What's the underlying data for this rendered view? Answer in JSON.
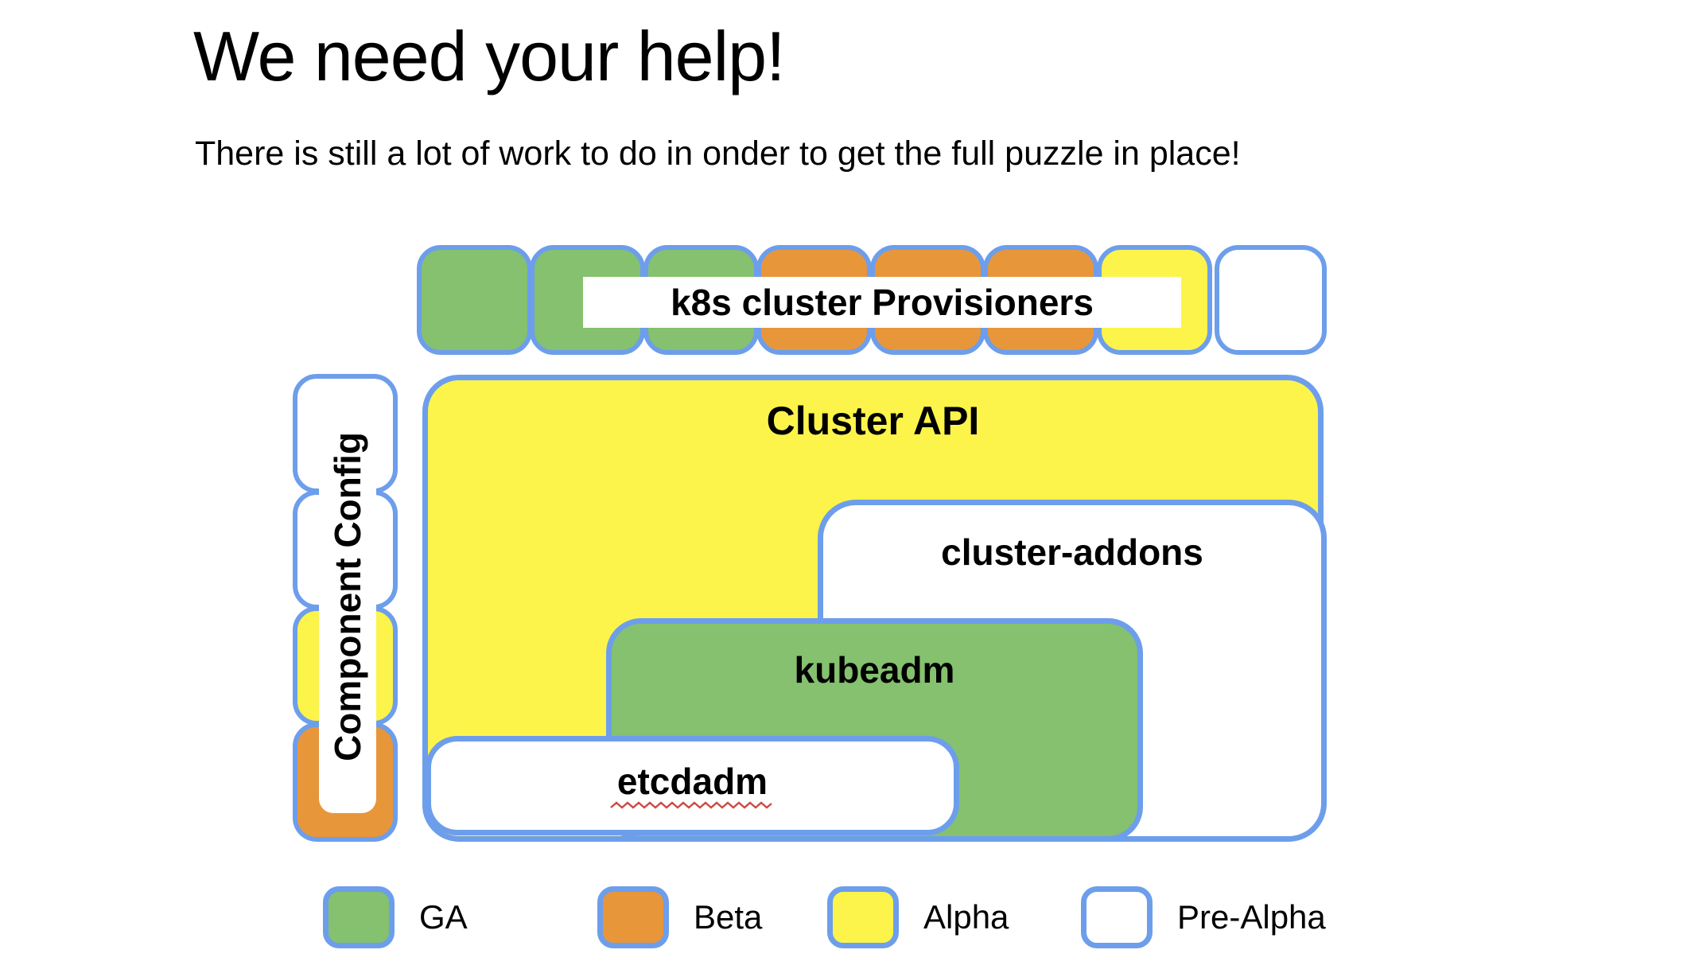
{
  "title": "We need your help!",
  "subtitle": "There is still a lot of work to do in onder to get the full puzzle in place!",
  "colors": {
    "ga": "#85c16e",
    "beta": "#e8963a",
    "alpha": "#fcf44a",
    "pre_alpha": "#ffffff",
    "border": "#6d9eeb",
    "squiggle": "#cc4a44"
  },
  "diagram": {
    "provisioners_row": {
      "label": "k8s cluster Provisioners",
      "pieces": [
        "ga",
        "ga",
        "ga",
        "beta",
        "beta",
        "beta",
        "alpha",
        "pre_alpha"
      ]
    },
    "component_config": {
      "label": "Component Config",
      "pieces": [
        "pre_alpha",
        "pre_alpha",
        "alpha",
        "beta"
      ]
    },
    "boxes": {
      "cluster_api": {
        "label": "Cluster API",
        "status": "alpha"
      },
      "cluster_addons": {
        "label": "cluster-addons",
        "status": "pre_alpha"
      },
      "kubeadm": {
        "label": "kubeadm",
        "status": "ga"
      },
      "etcdadm": {
        "label": "etcdadm",
        "status": "pre_alpha"
      }
    }
  },
  "legend": [
    {
      "label": "GA",
      "status": "ga"
    },
    {
      "label": "Beta",
      "status": "beta"
    },
    {
      "label": "Alpha",
      "status": "alpha"
    },
    {
      "label": "Pre-Alpha",
      "status": "pre_alpha"
    }
  ]
}
